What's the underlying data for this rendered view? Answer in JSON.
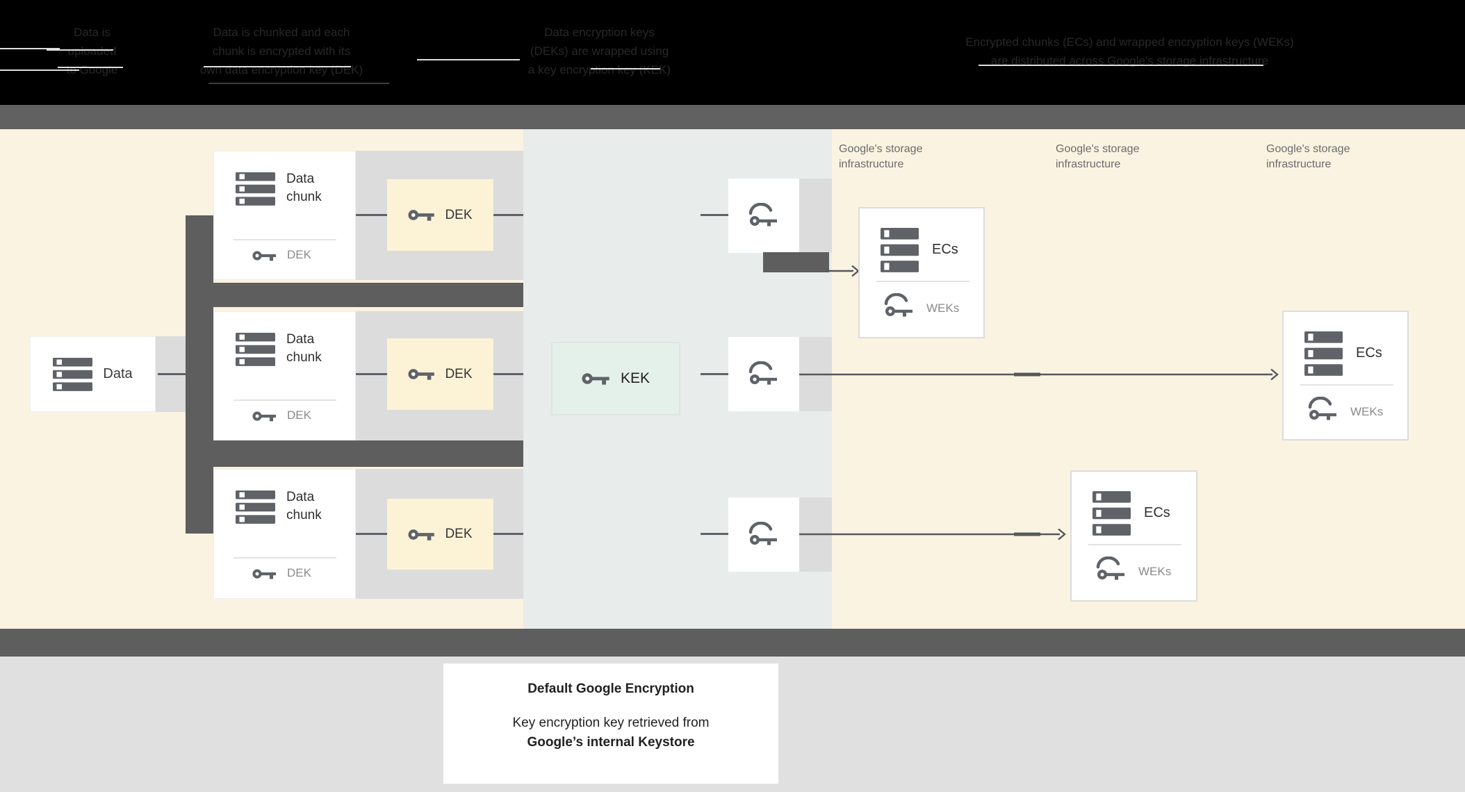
{
  "header_steps": [
    {
      "lines": [
        "Data is",
        "uploaded",
        "to Google"
      ]
    },
    {
      "lines": [
        "Data is chunked and each",
        "chunk is encrypted with its",
        "own data encryption key (DEK)"
      ]
    },
    {
      "lines": [
        "Data encryption keys",
        "(DEKs) are wrapped using",
        "a key encryption key (KEK)"
      ]
    },
    {
      "lines": [
        "Encrypted chunks (ECs) and wrapped encryption keys (WEKs)",
        "are distributed across Google's storage infrastructure"
      ]
    }
  ],
  "diagram": {
    "data_box_label": "Data",
    "chunk_rows": [
      {
        "title": "Data chunk",
        "embedded_key_label": "DEK",
        "dek_box_label": "DEK"
      },
      {
        "title": "Data chunk",
        "embedded_key_label": "DEK",
        "dek_box_label": "DEK"
      },
      {
        "title": "Data chunk",
        "embedded_key_label": "DEK",
        "dek_box_label": "DEK"
      }
    ],
    "kek_label": "KEK",
    "storage_headers": [
      "Google's storage infrastructure",
      "Google's storage infrastructure",
      "Google's storage infrastructure"
    ],
    "ec_boxes": [
      {
        "title": "ECs",
        "keys_label": "WEKs"
      },
      {
        "title": "ECs",
        "keys_label": "WEKs"
      },
      {
        "title": "ECs",
        "keys_label": "WEKs"
      }
    ]
  },
  "caption": {
    "title": "Default Google Encryption",
    "body_line1": "Key encryption key retrieved from",
    "body_line2": "Google’s internal Keystore"
  },
  "colors": {
    "background_cream": "#faf3e1",
    "kek_lane_gray": "#e8eceb",
    "dark_gray": "#5e5e5e",
    "top_band_gray": "#616161",
    "row_strip_gray": "#dcdcdc",
    "dek_yellow": "#fcf2d6",
    "kek_green": "#e4f1ea",
    "bottom_gray": "#e0e0e0",
    "icon_gray": "#5f6368",
    "muted_text": "#8a8a8a"
  }
}
